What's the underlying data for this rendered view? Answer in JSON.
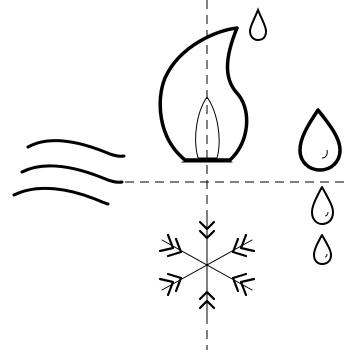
{
  "diagram": {
    "elements": [
      {
        "key": "axes",
        "icon": "dashed-crosshair-axes"
      },
      {
        "key": "flame",
        "icon": "flame-icon"
      },
      {
        "key": "wind",
        "icon": "wind-lines-icon"
      },
      {
        "key": "snowflake",
        "icon": "snowflake-icon"
      },
      {
        "key": "drops",
        "icon": "water-drops-icon"
      }
    ],
    "colors": {
      "background": "#ffffff",
      "stroke": "#000000"
    }
  }
}
